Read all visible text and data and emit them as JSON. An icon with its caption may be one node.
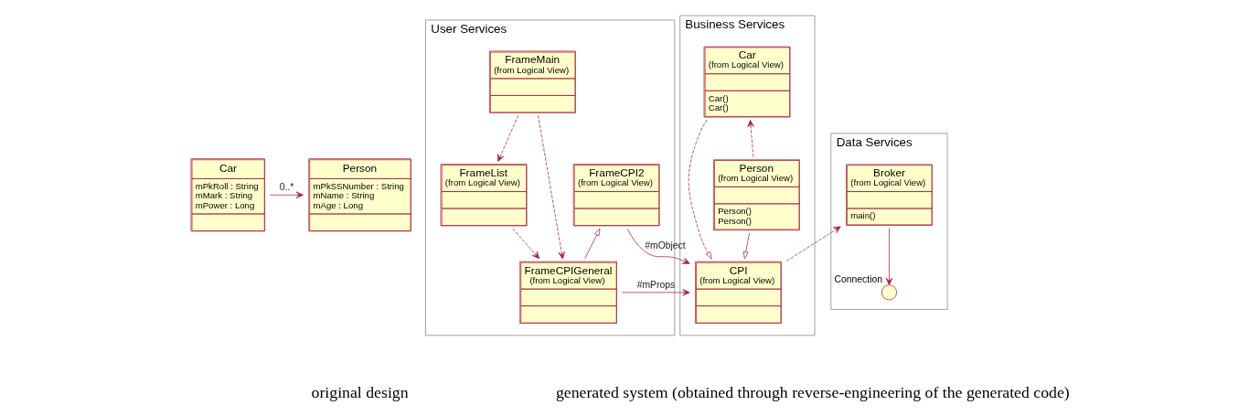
{
  "diagram": {
    "nodes": [
      {
        "text": [
          "Person",
          "mPkSSNumber : String",
          "mName : String",
          "mAge : Long"
        ]
      },
      {
        "text": [
          "Car",
          "mPkRoll : String",
          "mMark : String",
          "mPower : Long"
        ]
      },
      {
        "text": [
          "User Services"
        ]
      },
      {
        "text": [
          "Business Services"
        ]
      },
      {
        "text": [
          "Data Services"
        ]
      },
      {
        "text": [
          "FrameCPI2",
          "(from Logical View)"
        ],
        "in": 2
      },
      {
        "text": [
          "FrameCPIGeneral",
          "(from Logical View)"
        ],
        "in": 2
      },
      {
        "text": [
          "FrameMain",
          "(from Logical View)"
        ],
        "in": 2
      },
      {
        "text": [
          "FrameList",
          "(from Logical View)"
        ],
        "in": 2
      },
      {
        "text": [
          "CPI",
          "(from Logical View)"
        ],
        "in": 3
      },
      {
        "text": [
          "Car",
          "(from Logical View)",
          "Car()",
          "Car()"
        ],
        "in": 3
      },
      {
        "text": [
          "Person",
          "(from Logical View)",
          "Person()",
          "Person()"
        ],
        "in": 3
      },
      {
        "text": [
          "Broker",
          "(from Logical View)",
          "main()"
        ],
        "in": 4
      },
      {
        "text": [
          "Connection"
        ],
        "in": 4
      }
    ],
    "edges": [
      {
        "from": 1,
        "to": 0,
        "arrow": "to",
        "label": "0..*"
      },
      {
        "from": 6,
        "to": 5,
        "arrow": "to"
      },
      {
        "from": 5,
        "to": 9,
        "arrow": "to",
        "label": "#mObject"
      },
      {
        "from": 6,
        "to": 9,
        "arrow": "to",
        "label": "#mProps"
      },
      {
        "from": 7,
        "to": 6,
        "arrow": "to",
        "style": "dashed"
      },
      {
        "from": 8,
        "to": 6,
        "arrow": "to",
        "style": "dashed"
      },
      {
        "from": 7,
        "to": 8,
        "arrow": "to",
        "style": "dashed"
      },
      {
        "from": 9,
        "to": 12,
        "arrow": "to",
        "style": "dashed"
      },
      {
        "from": 12,
        "to": 13,
        "arrow": "to"
      },
      {
        "from": 10,
        "to": 9,
        "arrow": "to",
        "style": "dashed"
      },
      {
        "from": 11,
        "to": 9,
        "arrow": "to"
      },
      {
        "from": 11,
        "to": 10,
        "arrow": "to",
        "style": "dashed"
      }
    ],
    "labels": [
      "original design",
      "generated system (obtained through reverse-engineering of the generated code)"
    ]
  }
}
